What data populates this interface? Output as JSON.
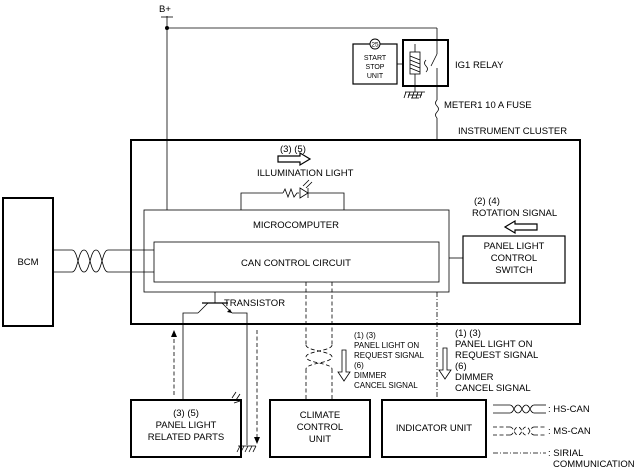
{
  "power": {
    "supply": "B+"
  },
  "start_stop": {
    "badge": "25",
    "line1": "START",
    "line2": "STOP",
    "line3": "UNIT"
  },
  "relay": {
    "label": "IG1 RELAY"
  },
  "fuse": {
    "label": "METER1 10 A FUSE"
  },
  "cluster": {
    "label": "INSTRUMENT CLUSTER"
  },
  "illumination": {
    "codes": "(3) (5)",
    "label": "ILLUMINATION LIGHT"
  },
  "rotation": {
    "codes": "(2) (4)",
    "label": "ROTATION SIGNAL"
  },
  "microcomputer": {
    "label": "MICROCOMPUTER"
  },
  "can_circuit": {
    "label": "CAN CONTROL CIRCUIT"
  },
  "switch": {
    "line1": "PANEL LIGHT",
    "line2": "CONTROL",
    "line3": "SWITCH"
  },
  "bcm": {
    "label": "BCM"
  },
  "transistor": {
    "label": "TRANSISTOR"
  },
  "signal_small": {
    "line1": "(1) (3)",
    "line2": "PANEL LIGHT ON",
    "line3": "REQUEST SIGNAL",
    "line4": "(6)",
    "line5": "DIMMER",
    "line6": "CANCEL SIGNAL"
  },
  "signal_large": {
    "line1": "(1) (3)",
    "line2": "PANEL LIGHT ON",
    "line3": "REQUEST SIGNAL",
    "line4": "(6)",
    "line5": "DIMMER",
    "line6": "CANCEL SIGNAL"
  },
  "related_parts": {
    "codes": "(3) (5)",
    "line1": "PANEL LIGHT",
    "line2": "RELATED PARTS"
  },
  "climate": {
    "line1": "CLIMATE",
    "line2": "CONTROL",
    "line3": "UNIT"
  },
  "indicator": {
    "label": "INDICATOR UNIT"
  },
  "legend": {
    "hs": ": HS-CAN",
    "ms": ": MS-CAN",
    "serial1": ": SIRIAL",
    "serial2": "COMMUNICATION"
  }
}
